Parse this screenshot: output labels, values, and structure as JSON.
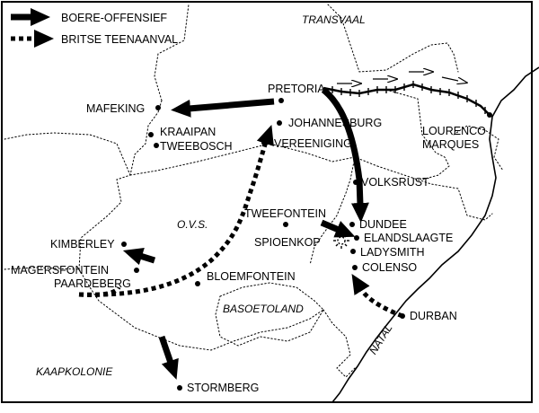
{
  "legend": {
    "boer_offensive": "BOERE-OFFENSIEF",
    "british_counterattack": "BRITSE TEENAANVAL"
  },
  "regions": {
    "transvaal": "TRANSVAAL",
    "ovs": "O.V.S.",
    "basotoland": "BASOETOLAND",
    "natal": "NATAL",
    "kaapkolonie": "KAAPKOLONIE"
  },
  "towns": {
    "pretoria": "PRETORIA",
    "mafeking": "MAFEKING",
    "kraaipan": "KRAAIPAN",
    "tweebosch": "TWEEBOSCH",
    "johannesburg": "JOHANNESBURG",
    "vereeniging": "VEREENIGING",
    "lourenco_1": "LOURENCO",
    "lourenco_2": "MARQUES",
    "volksrust": "VOLKSRUST",
    "tweefontein": "TWEEFONTEIN",
    "dundee": "DUNDEE",
    "elandslaagte": "ELANDSLAAGTE",
    "spioenkop": "SPIOENKOP",
    "ladysmith": "LADYSMITH",
    "colenso": "COLENSO",
    "kimberley": "KIMBERLEY",
    "magersfontein": "MAGERSFONTEIN",
    "paardeberg": "PAARDEBERG",
    "bloemfontein": "BLOEMFONTEIN",
    "durban": "DURBAN",
    "stormberg": "STORMBERG"
  }
}
